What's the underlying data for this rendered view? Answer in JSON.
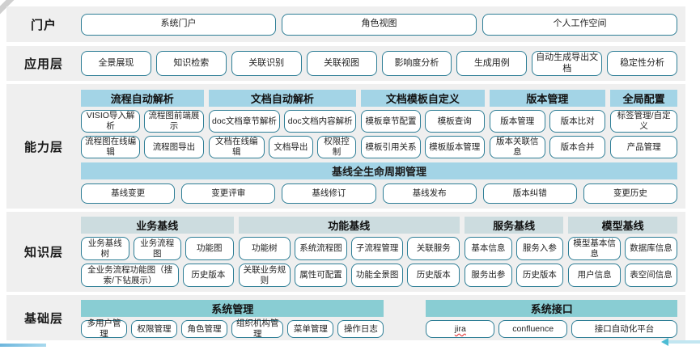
{
  "colors": {
    "band_background": "#efefef",
    "button_border": "#2e7e96",
    "header_blue": "#a3d4e6",
    "header_pale": "#ccdcdf",
    "header_teal": "#89cdd3",
    "accent_line": "#a8d9ee",
    "arrow": "#4dbcd4"
  },
  "layers": [
    {
      "id": "portal",
      "label": "门户",
      "type": "buttons",
      "items": [
        "系统门户",
        "角色视图",
        "个人工作空间"
      ]
    },
    {
      "id": "application",
      "label": "应用层",
      "type": "buttons",
      "items": [
        "全景展现",
        "知识检索",
        "关联识别",
        "关联视图",
        "影响度分析",
        "生成用例",
        "自动生成导出文档",
        "稳定性分析"
      ]
    },
    {
      "id": "capability",
      "label": "能力层",
      "type": "groups",
      "header_style": "blue",
      "groups": [
        {
          "header": "流程自动解析",
          "rows": [
            [
              "VISIO导入解析",
              "流程图前端展示"
            ],
            [
              "流程图在线编辑",
              "流程图导出"
            ]
          ]
        },
        {
          "header": "文档自动解析",
          "rows": [
            [
              "doc文档章节解析",
              "doc文档内容解析"
            ],
            [
              "文档在线编辑",
              "文档导出",
              "权限控制"
            ]
          ]
        },
        {
          "header": "文档模板自定义",
          "rows": [
            [
              "模板章节配置",
              "模板查询"
            ],
            [
              "模板引用关系",
              "模板版本管理"
            ]
          ]
        },
        {
          "header": "版本管理",
          "rows": [
            [
              "版本管理",
              "版本比对"
            ],
            [
              "版本关联信息",
              "版本合并"
            ]
          ]
        },
        {
          "header": "全局配置",
          "rows": [
            [
              "标签管理/自定义"
            ],
            [
              "产品管理"
            ]
          ]
        }
      ],
      "baseline": {
        "header": "基线全生命周期管理",
        "items": [
          "基线变更",
          "变更评审",
          "基线修订",
          "基线发布",
          "版本纠错",
          "变更历史"
        ]
      }
    },
    {
      "id": "knowledge",
      "label": "知识层",
      "type": "groups",
      "header_style": "pale",
      "groups": [
        {
          "header": "业务基线",
          "rows": [
            [
              "业务基线树",
              "业务流程图",
              "功能图"
            ],
            [
              "全业务流程功能图（搜索/下钻展示）",
              "历史版本"
            ]
          ]
        },
        {
          "header": "功能基线",
          "rows": [
            [
              "功能树",
              "系统流程图",
              "子流程管理",
              "关联服务"
            ],
            [
              "关联业务规则",
              "属性可配置",
              "功能全景图",
              "历史版本"
            ]
          ]
        },
        {
          "header": "服务基线",
          "rows": [
            [
              "基本信息",
              "服务入参"
            ],
            [
              "服务出参",
              "历史版本"
            ]
          ]
        },
        {
          "header": "模型基线",
          "rows": [
            [
              "模型基本信息",
              "数据库信息"
            ],
            [
              "用户信息",
              "表空间信息"
            ]
          ]
        }
      ]
    },
    {
      "id": "foundation",
      "label": "基础层",
      "type": "groups",
      "header_style": "teal",
      "groups": [
        {
          "header": "系统管理",
          "rows": [
            [
              "多用户管理",
              "权限管理",
              "角色管理",
              "组织机构管理",
              "菜单管理",
              "操作日志"
            ]
          ]
        },
        {
          "header": "系统接口",
          "rows": [
            [
              {
                "label": "jira",
                "mark": "spellcheck"
              },
              "confluence",
              "接口自动化平台"
            ]
          ]
        }
      ]
    }
  ]
}
